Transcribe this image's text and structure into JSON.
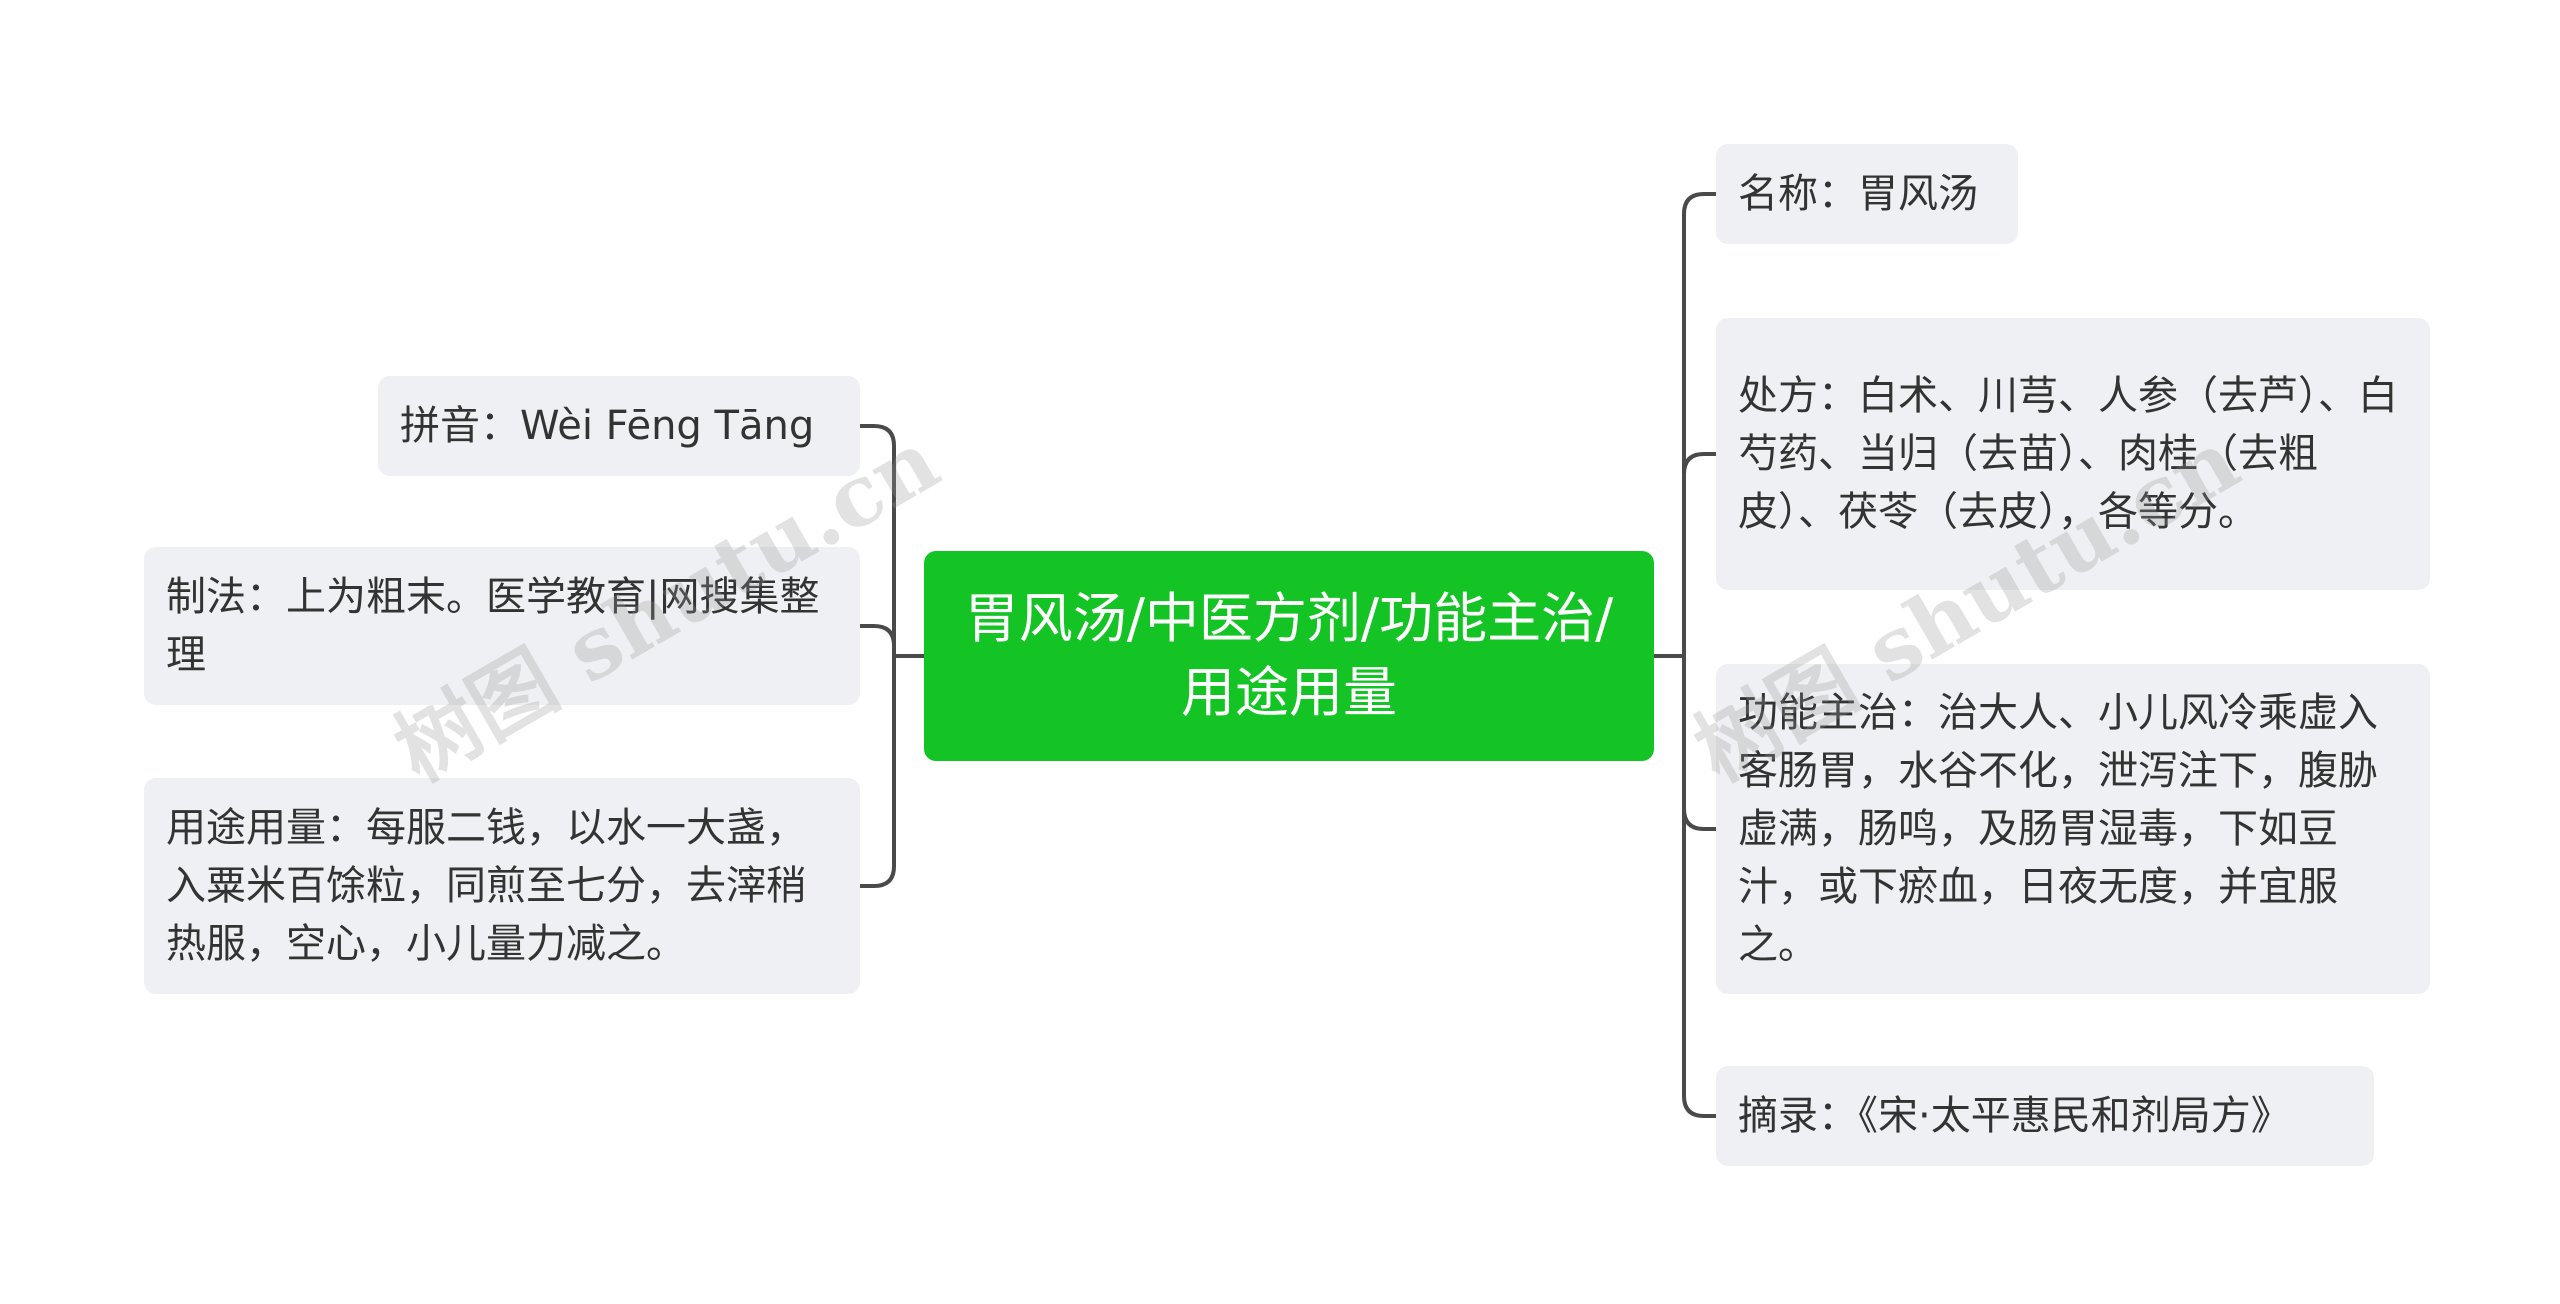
{
  "center": {
    "label": "胃风汤/中医方剂/功能主治/用途用量"
  },
  "left_nodes": [
    {
      "key": "pinyin",
      "text": "拼音：Wèi Fēng Tāng"
    },
    {
      "key": "zhifa",
      "text": "制法：上为粗末。医学教育|网搜集整理"
    },
    {
      "key": "yongtu",
      "text": "用途用量：每服二钱，以水一大盏，入粟米百馀粒，同煎至七分，去滓稍热服，空心，小儿量力减之。"
    }
  ],
  "right_nodes": [
    {
      "key": "mingcheng",
      "text": "名称：胃风汤"
    },
    {
      "key": "chufang",
      "text": "处方：白术、川芎、人参（去芦）、白芍药、当归（去苗）、肉桂（去粗皮）、茯苓（去皮），各等分。"
    },
    {
      "key": "gongneng",
      "text": "功能主治：治大人、小儿风冷乘虚入客肠胃，水谷不化，泄泻注下，腹胁虚满，肠鸣，及肠胃湿毒，下如豆汁，或下瘀血，日夜无度，并宜服之。"
    },
    {
      "key": "zhailu",
      "text": "摘录：《宋·太平惠民和剂局方》"
    }
  ],
  "watermark": "树图 shutu.cn",
  "colors": {
    "center_bg": "#14c425",
    "node_bg": "#eef0f3",
    "line": "#4a4a4a",
    "text": "#333333"
  }
}
